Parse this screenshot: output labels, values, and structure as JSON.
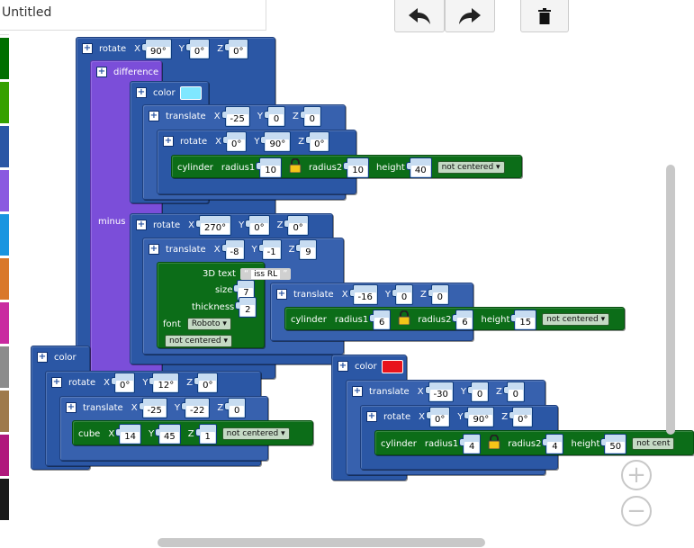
{
  "app": {
    "title": "Untitled"
  },
  "toolbar": {
    "undo_icon": "undo-icon",
    "redo_icon": "redo-icon",
    "trash_icon": "trash-icon"
  },
  "categories": {
    "colors": [
      "#006f00",
      "#35a000",
      "#2b57a5",
      "#8a5ae0",
      "#1a95e0",
      "#d9782a",
      "#c92ba0",
      "#8c8c8c",
      "#9e7a4c",
      "#b0187c",
      "#1a1a1a"
    ]
  },
  "labels": {
    "rotate": "rotate",
    "translate": "translate",
    "difference": "difference",
    "minus": "minus",
    "color": "color",
    "cylinder": "cylinder",
    "cube": "cube",
    "text3d": "3D text",
    "size": "size",
    "thickness": "thickness",
    "font": "font",
    "x": "X",
    "y": "Y",
    "z": "Z",
    "radius1": "radius1",
    "radius2": "radius2",
    "height": "height",
    "plus": "+",
    "quote_open": "“",
    "quote_close": "”"
  },
  "blocks": {
    "rot_top": {
      "x": "90°",
      "y": "0°",
      "z": "0°"
    },
    "color1": {
      "swatch": "#7fe7ff"
    },
    "tr1": {
      "x": "-25",
      "y": "0",
      "z": "0"
    },
    "rot2": {
      "x": "0°",
      "y": "90°",
      "z": "0°"
    },
    "cyl1": {
      "r1": "10",
      "r2": "10",
      "h": "40",
      "center": "not centered"
    },
    "rot3": {
      "x": "270°",
      "y": "0°",
      "z": "0°"
    },
    "tr2": {
      "x": "-8",
      "y": "-1",
      "z": "9"
    },
    "text3d": {
      "text": "iss RL",
      "size": "7",
      "thickness": "2",
      "font": "Roboto",
      "center": "not centered"
    },
    "tr3": {
      "x": "-16",
      "y": "0",
      "z": "0"
    },
    "cyl2": {
      "r1": "6",
      "r2": "6",
      "h": "15",
      "center": "not centered"
    },
    "color_left": {
      "label": "color"
    },
    "rot_left": {
      "x": "0°",
      "y": "12°",
      "z": "0°"
    },
    "tr_left": {
      "x": "-25",
      "y": "-22",
      "z": "0"
    },
    "cube": {
      "x": "14",
      "y": "45",
      "z": "1",
      "center": "not centered"
    },
    "color_red": {
      "swatch": "#e8141c"
    },
    "tr_red": {
      "x": "-30",
      "y": "0",
      "z": "0"
    },
    "rot_red": {
      "x": "0°",
      "y": "90°",
      "z": "0°"
    },
    "cyl3": {
      "r1": "4",
      "r2": "4",
      "h": "50",
      "center": "not cent"
    }
  },
  "zoom": {
    "in_label": "+",
    "out_label": "−"
  }
}
